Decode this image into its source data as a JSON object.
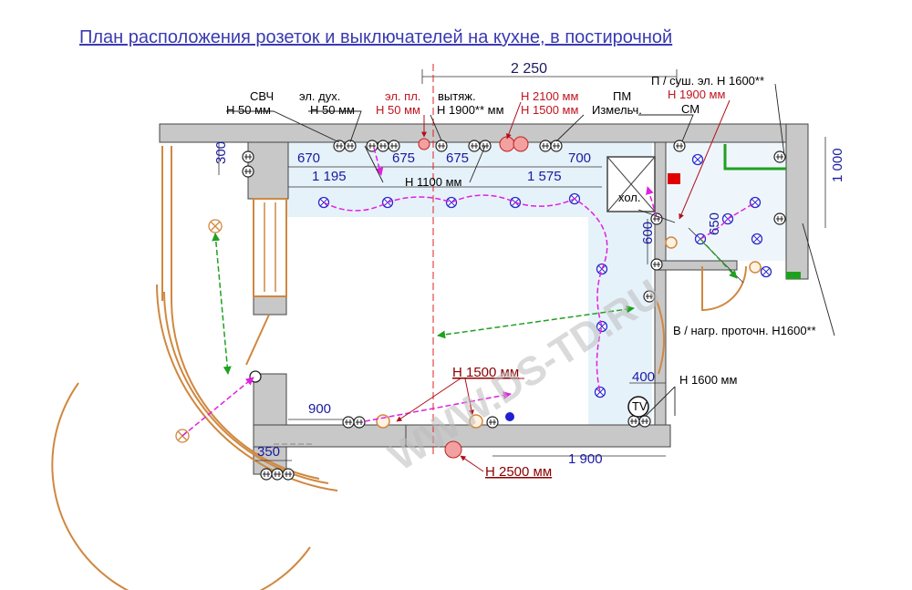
{
  "title": "План расположения розеток и выключателей на кухне, в постирочной",
  "watermark": "WWW.DS-TD.RU",
  "dimensions": {
    "d2250": "2 250",
    "d300": "300",
    "d670": "670",
    "d675a": "675",
    "d675b": "675",
    "d700": "700",
    "d1195": "1 195",
    "d1575": "1 575",
    "d1000": "1 000",
    "d600": "600",
    "d650": "650",
    "d400": "400",
    "d900": "900",
    "d350": "350",
    "d1900": "1 900"
  },
  "labels": {
    "svch": "СВЧ",
    "svch_h": "Н 50 мм",
    "el_duh": "эл. дух.",
    "el_duh_h": "Н 50 мм",
    "el_pl": "эл. пл.",
    "el_pl_h": "Н 50 мм",
    "vytyazh": "вытяж.",
    "vytyazh_h": "Н 1900** мм",
    "h2100": "Н 2100 мм",
    "h1500_top": "Н 1500 мм",
    "pm": "ПМ",
    "izmelch": "Измельч.",
    "p_sush": "П / суш. эл. Н 1600**",
    "h1900": "Н 1900 мм",
    "sm": "СМ",
    "h1100": "Н 1100 мм",
    "hol": "хол.",
    "v_nagr": "В / нагр. проточн. Н1600**",
    "h1600": "Н 1600 мм",
    "tv": "TV",
    "h1500_bottom": "Н 1500 мм",
    "h2500": "Н 2500 мм"
  },
  "colors": {
    "wall": "#c8c8c8",
    "floor": "#e6f2fa",
    "dim_text": "#1a1aa0",
    "red_label": "#c0141e",
    "dark_red_label": "#8b0000",
    "magenta_wire": "#e020e0",
    "green_wire": "#20a020",
    "balcony": "#d08840",
    "title": "#3a3ab0"
  }
}
